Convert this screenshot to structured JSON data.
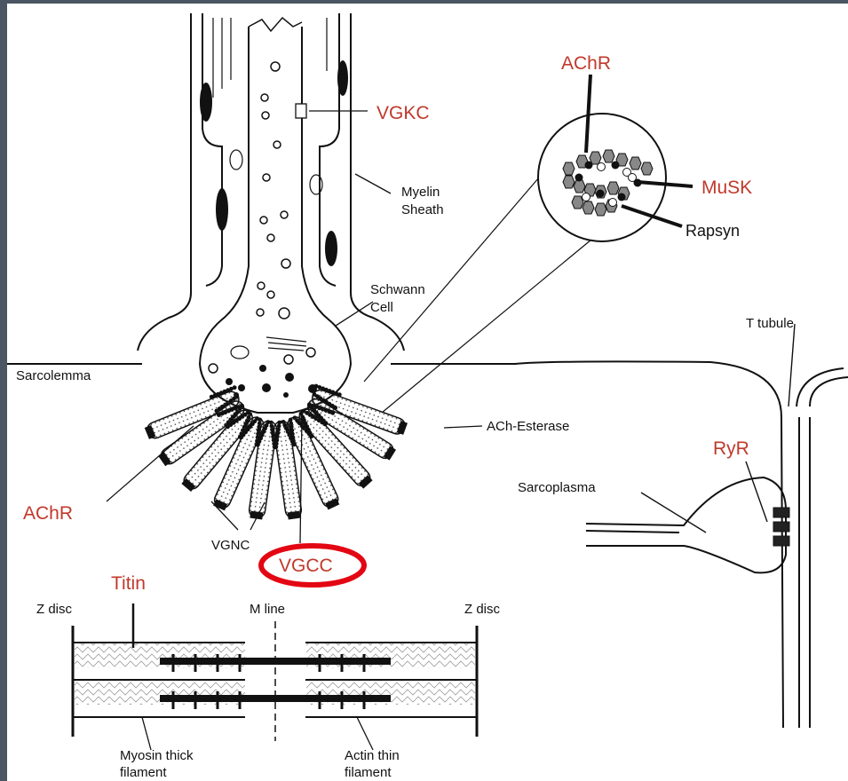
{
  "labels": {
    "achr_top": "AChR",
    "musk": "MuSK",
    "rapsyn": "Rapsyn",
    "vgkc": "VGKC",
    "myelin": "Myelin",
    "sheath": "Sheath",
    "schwann": "Schwann",
    "cell": "Cell",
    "sarcolemma": "Sarcolemma",
    "ach_esterase": "ACh-Esterase",
    "achr_left": "AChR",
    "vgnc": "VGNC",
    "vgcc": "VGCC",
    "t_tubule": "T tubule",
    "ryr": "RyR",
    "sarcoplasma": "Sarcoplasma",
    "titin": "Titin",
    "z_disc_left": "Z disc",
    "m_line": "M line",
    "z_disc_right": "Z disc",
    "myosin_1": "Myosin thick",
    "myosin_2": "filament",
    "actin_1": "Actin thin",
    "actin_2": "filament"
  },
  "colors": {
    "label_red": "#c0392b",
    "highlight_ellipse": "#e30613",
    "line": "#111111"
  }
}
